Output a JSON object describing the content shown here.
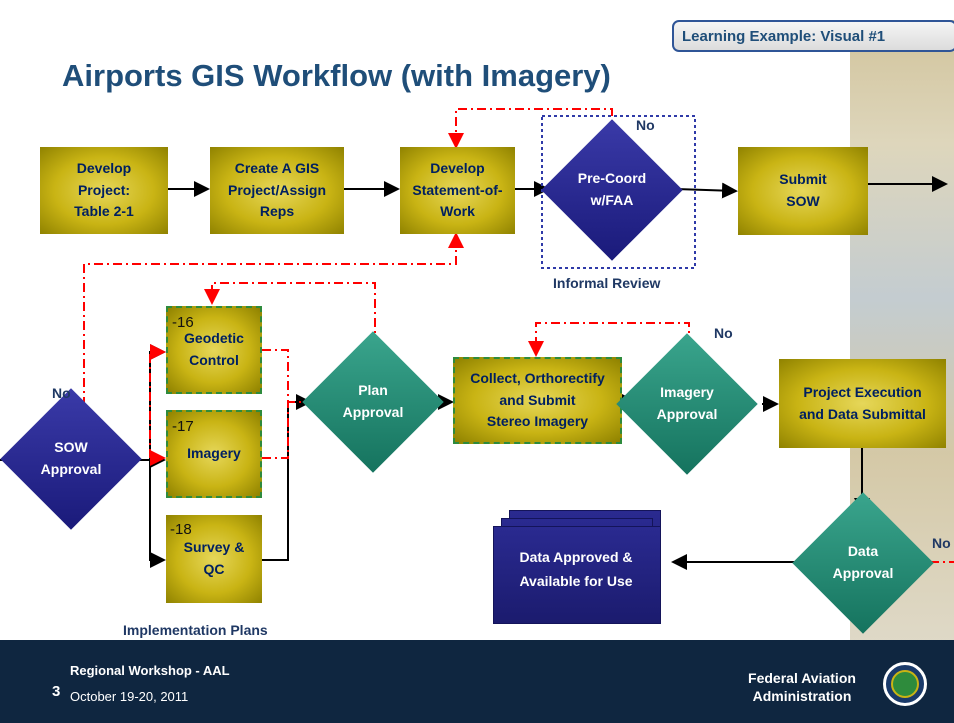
{
  "badge": "Learning Example: Visual #1",
  "title": "Airports GIS Workflow (with Imagery)",
  "boxes": {
    "develop_project": "Develop\nProject:\nTable 2-1",
    "create_project": "Create A GIS\nProject/Assign\nReps",
    "develop_sow": "Develop\nStatement-of-\nWork",
    "submit_sow": "Submit\nSOW",
    "geodetic_num": "-16",
    "geodetic": "Geodetic\nControl",
    "imagery_num": "-17",
    "imagery": "Imagery",
    "survey_num": "-18",
    "survey": "Survey &\nQC",
    "collect": "Collect, Orthorectify\nand Submit\nStereo Imagery",
    "execution": "Project Execution\nand Data Submittal"
  },
  "decisions": {
    "precoord": "Pre-Coord\nw/FAA",
    "sow_approval": "SOW\nApproval",
    "plan_approval": "Plan\nApproval",
    "imagery_approval": "Imagery\nApproval",
    "data_approval": "Data\nApproval"
  },
  "labels": {
    "no_precoord": "No",
    "informal_review": "Informal Review",
    "no_sow": "No",
    "no_imagery": "No",
    "no_data": "No",
    "implementation_plans": "Implementation Plans"
  },
  "output": "Data Approved &\nAvailable for Use",
  "footer": {
    "slide_number": "3",
    "workshop": "Regional Workshop - AAL",
    "date": "October 19-20, 2011",
    "agency": "Federal Aviation\nAdministration"
  },
  "colors": {
    "title": "#1f4e79",
    "box_fill": "#c9b414",
    "navy_decision": "#1f1f85",
    "teal_decision": "#1f8a70",
    "feedback_arrow": "#ff0000",
    "footer": "#0f2640"
  }
}
